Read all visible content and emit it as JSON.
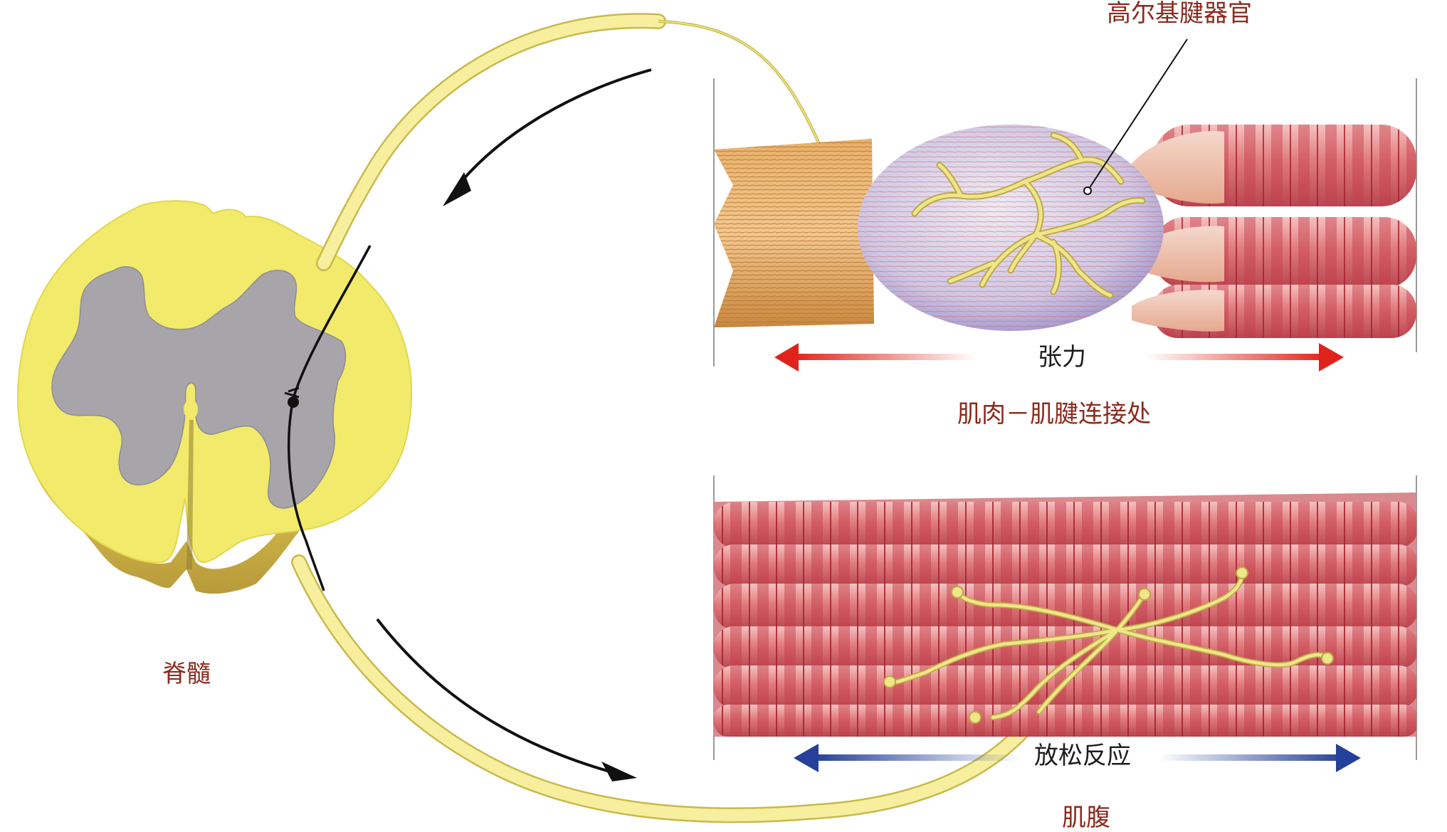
{
  "labels": {
    "golgi": "高尔基腱器官",
    "tension": "张力",
    "junction": "肌肉－肌腱连接处",
    "spinal_cord": "脊髓",
    "relax": "放松反应",
    "belly": "肌腹"
  },
  "colors": {
    "nerve": "#f4e98a",
    "nerve_stroke": "#c9b94c",
    "cord_white": "#f2ea6a",
    "cord_grey": "#a7a4aa",
    "tendon": "#e2a760",
    "muscle": "#d9626a",
    "golgi_capsule": "#c9c1de",
    "tension_arrow": "#e0231a",
    "relax_arrow": "#24409a",
    "label_red": "#8b2a1e"
  }
}
